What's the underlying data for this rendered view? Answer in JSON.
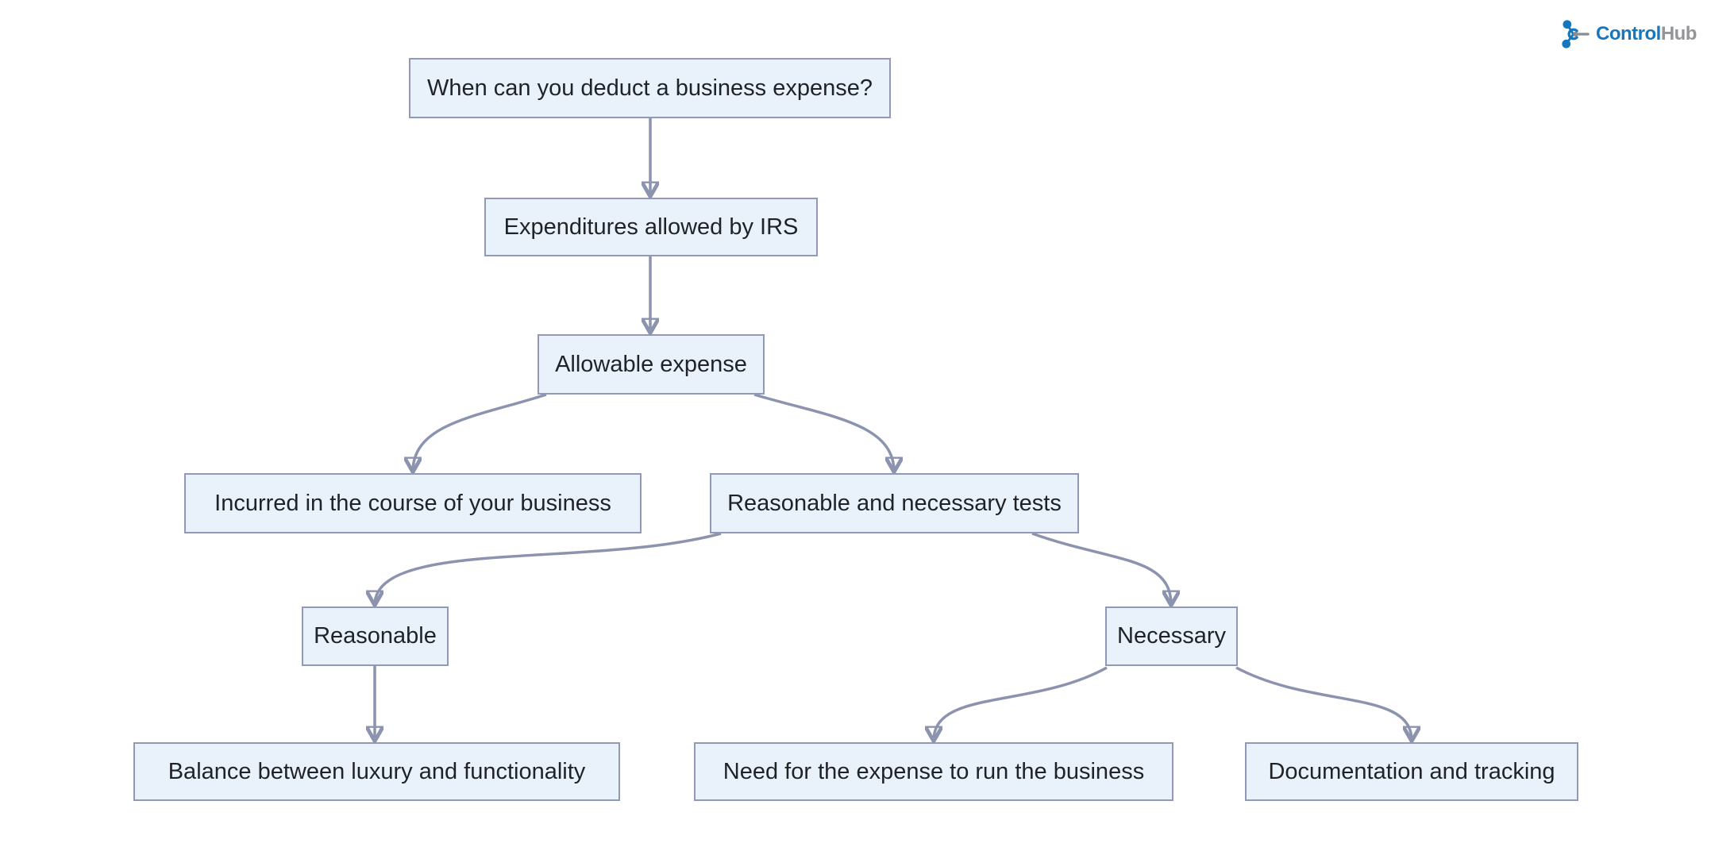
{
  "logo": {
    "icon": "controlhub-molecule-icon",
    "brand_primary": "Control",
    "brand_secondary": "Hub",
    "brand_primary_color": "#1578BE",
    "brand_secondary_color": "#939598"
  },
  "diagram": {
    "type": "flowchart",
    "direction": "top-down",
    "colors": {
      "background": "#FFFFFF",
      "node_fill": "#E9F2FA",
      "node_border": "#9199B6",
      "edge": "#8B93AF",
      "text": "#1F2328"
    },
    "nodes": [
      {
        "id": "question",
        "label": "When can you deduct a business expense?"
      },
      {
        "id": "irs",
        "label": "Expenditures allowed by IRS"
      },
      {
        "id": "allowable",
        "label": "Allowable expense"
      },
      {
        "id": "incurred",
        "label": "Incurred in the course of your business"
      },
      {
        "id": "tests",
        "label": "Reasonable and necessary tests"
      },
      {
        "id": "reasonable",
        "label": "Reasonable"
      },
      {
        "id": "necessary",
        "label": "Necessary"
      },
      {
        "id": "balance",
        "label": "Balance between luxury and functionality"
      },
      {
        "id": "need",
        "label": "Need for the expense to run the business"
      },
      {
        "id": "documentation",
        "label": "Documentation and tracking"
      }
    ],
    "edges": [
      {
        "from": "question",
        "to": "irs"
      },
      {
        "from": "irs",
        "to": "allowable"
      },
      {
        "from": "allowable",
        "to": "incurred"
      },
      {
        "from": "allowable",
        "to": "tests"
      },
      {
        "from": "tests",
        "to": "reasonable"
      },
      {
        "from": "tests",
        "to": "necessary"
      },
      {
        "from": "reasonable",
        "to": "balance"
      },
      {
        "from": "necessary",
        "to": "need"
      },
      {
        "from": "necessary",
        "to": "documentation"
      }
    ]
  }
}
